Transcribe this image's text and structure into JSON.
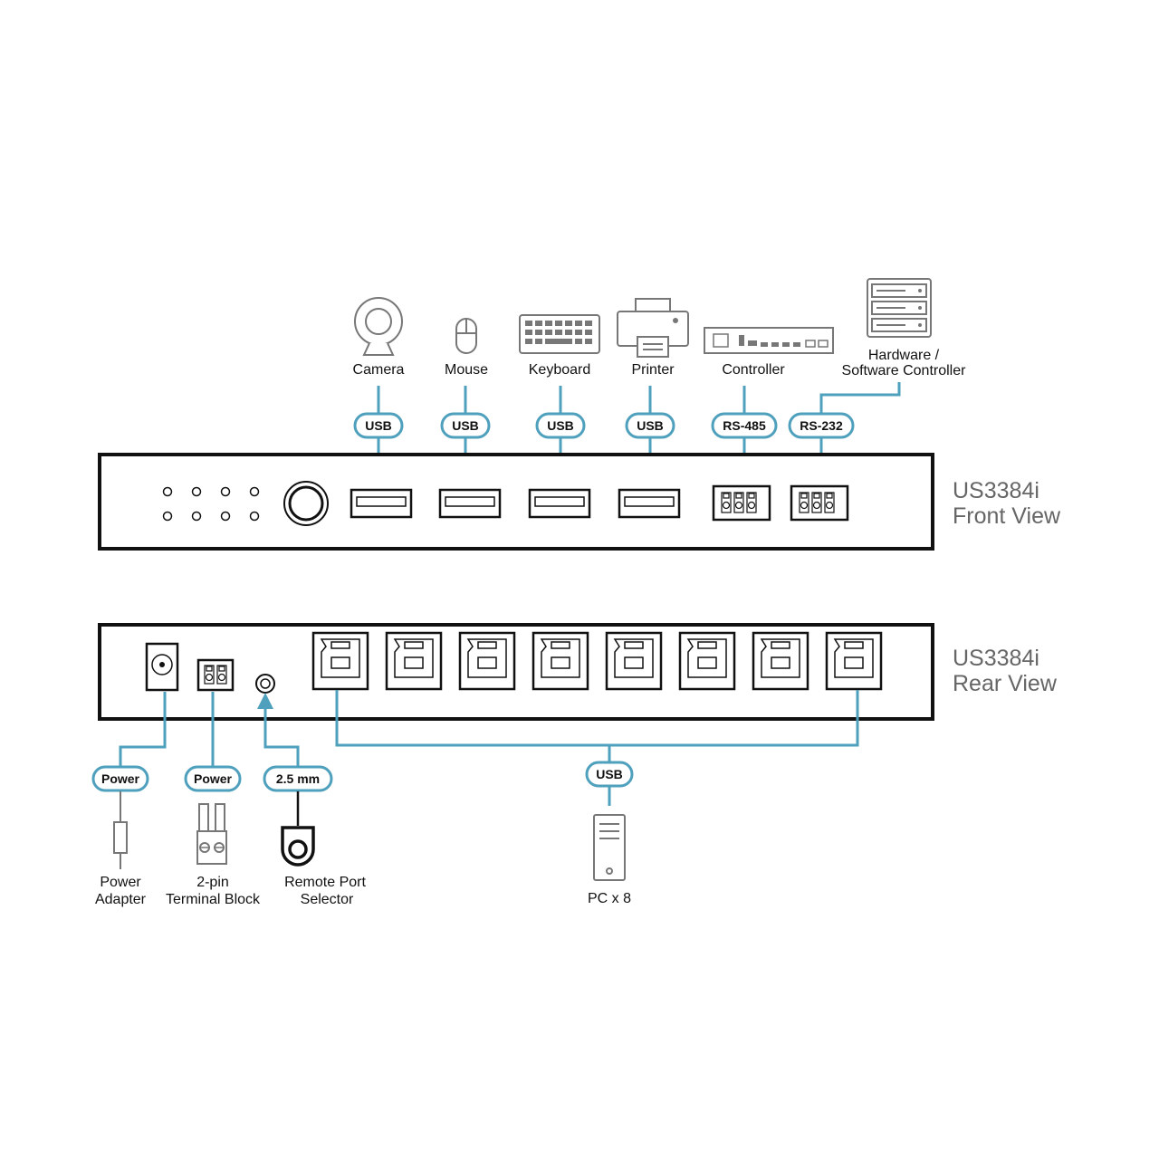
{
  "front": {
    "model": "US3384i",
    "view": "Front View",
    "devices": {
      "camera": "Camera",
      "mouse": "Mouse",
      "keyboard": "Keyboard",
      "printer": "Printer",
      "controller": "Controller",
      "hwsw_line1": "Hardware /",
      "hwsw_line2": "Software Controller"
    },
    "tags": {
      "usb": "USB",
      "rs485": "RS-485",
      "rs232": "RS-232"
    }
  },
  "rear": {
    "model": "US3384i",
    "view": "Rear View",
    "devices": {
      "adapter_line1": "Power",
      "adapter_line2": "Adapter",
      "terminal_line1": "2-pin",
      "terminal_line2": "Terminal Block",
      "remote_line1": "Remote Port",
      "remote_line2": "Selector",
      "pc": "PC x 8"
    },
    "tags": {
      "power": "Power",
      "mm": "2.5 mm",
      "usb": "USB"
    }
  },
  "colors": {
    "accent": "#4fa0bd",
    "device": "#777777",
    "outline": "#111111"
  }
}
